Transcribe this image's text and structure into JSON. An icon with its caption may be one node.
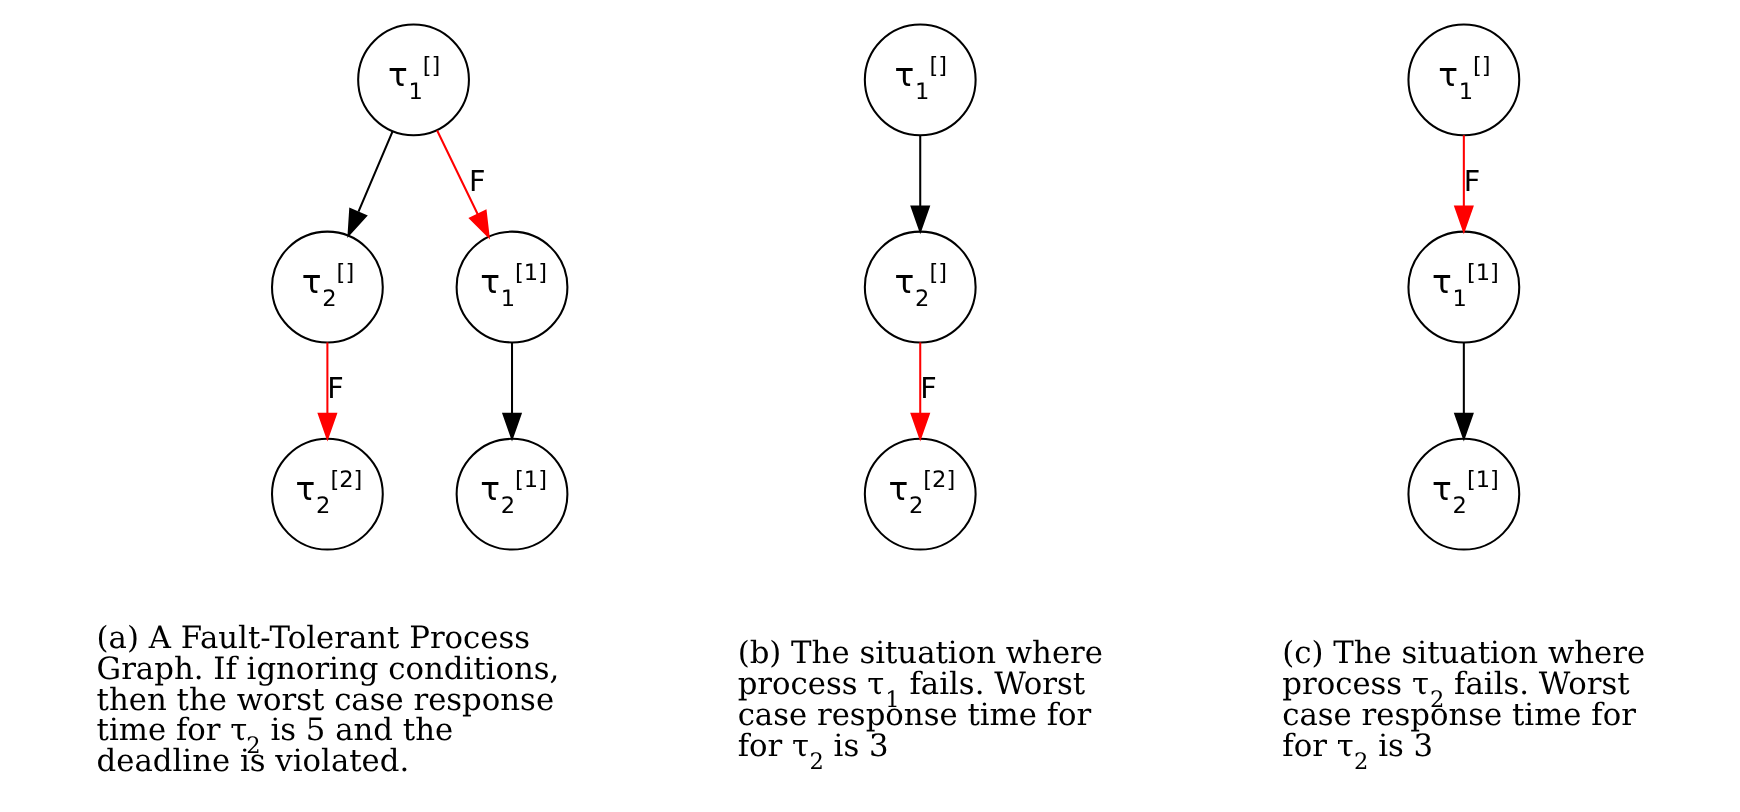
{
  "diagram": {
    "nodes": [
      {
        "text": [
          "τ$_{1}$$^{[]}$"
        ]
      },
      {
        "text": [
          "τ$_{2}$$^{[]}$"
        ]
      },
      {
        "text": [
          "τ$_{2}$$^{[2]}$"
        ]
      },
      {
        "text": [
          "τ$_{1}$$^{[1]}$"
        ]
      },
      {
        "text": [
          "τ$_{2}$$^{[1]}$"
        ]
      },
      {
        "text": [
          "τ$_{1}$$^{[]}$"
        ]
      },
      {
        "text": [
          "τ$_{2}$$^{[]}$"
        ]
      },
      {
        "text": [
          "τ$_{2}$$^{[2]}$"
        ]
      },
      {
        "text": [
          "τ$_{1}$$^{[]}$"
        ]
      },
      {
        "text": [
          "τ$_{1}$$^{[1]}$"
        ]
      },
      {
        "text": [
          "τ$_{2}$$^{[1]}$"
        ]
      }
    ],
    "edges": [
      {
        "from": 0,
        "to": 1,
        "arrow": "to"
      },
      {
        "from": 0,
        "to": 3,
        "arrow": "to",
        "label": "F",
        "color": "#ff0000"
      },
      {
        "from": 1,
        "to": 2,
        "arrow": "to",
        "label": "F",
        "color": "#ff0000"
      },
      {
        "from": 3,
        "to": 4,
        "arrow": "to"
      },
      {
        "from": 5,
        "to": 6,
        "arrow": "to"
      },
      {
        "from": 6,
        "to": 7,
        "arrow": "to",
        "label": "F",
        "color": "#ff0000"
      },
      {
        "from": 8,
        "to": 9,
        "arrow": "to",
        "label": "F",
        "color": "#ff0000"
      },
      {
        "from": 9,
        "to": 10,
        "arrow": "to"
      }
    ],
    "labels": [
      "(a) A Fault-Tolerant Process Graph. If ignoring conditions, then the worst case response time for τ$_{2}$ is 5 and the deadline is violated.",
      "(b) The situation where process τ$_{1}$ fails. Worst case response time for for τ$_{2}$ is 3",
      "(c) The situation where process τ$_{2}$ fails. Worst case response time for for τ$_{2}$ is 3"
    ]
  }
}
